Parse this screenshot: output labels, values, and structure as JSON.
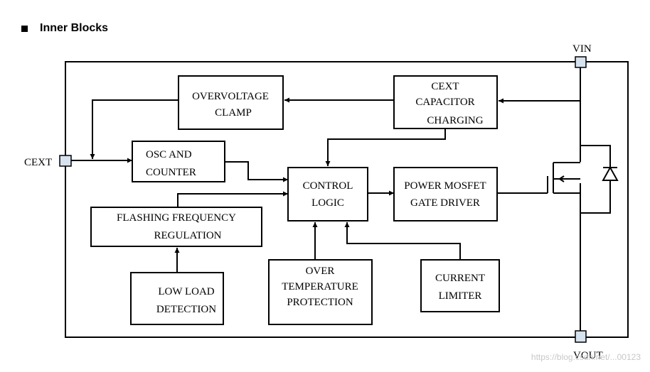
{
  "heading": "Inner Blocks",
  "blocks": {
    "overvoltage_clamp": [
      "OVERVOLTAGE",
      "CLAMP"
    ],
    "cext_charging": [
      "CEXT",
      "CAPACITOR",
      "CHARGING"
    ],
    "osc_counter": [
      "OSC AND",
      "COUNTER"
    ],
    "control_logic": [
      "CONTROL",
      "LOGIC"
    ],
    "power_mosfet_driver": [
      "POWER MOSFET",
      "GATE DRIVER"
    ],
    "flashing_regulation": [
      "FLASHING FREQUENCY",
      "REGULATION"
    ],
    "low_load_detection": [
      "LOW LOAD",
      "DETECTION"
    ],
    "over_temperature": [
      "OVER",
      "TEMPERATURE",
      "PROTECTION"
    ],
    "current_limiter": [
      "CURRENT",
      "LIMITER"
    ]
  },
  "pins": {
    "vin": "VIN",
    "vout": "VOUT",
    "cext": "CEXT"
  },
  "watermark": "https://blog.csdn.net/...00123"
}
